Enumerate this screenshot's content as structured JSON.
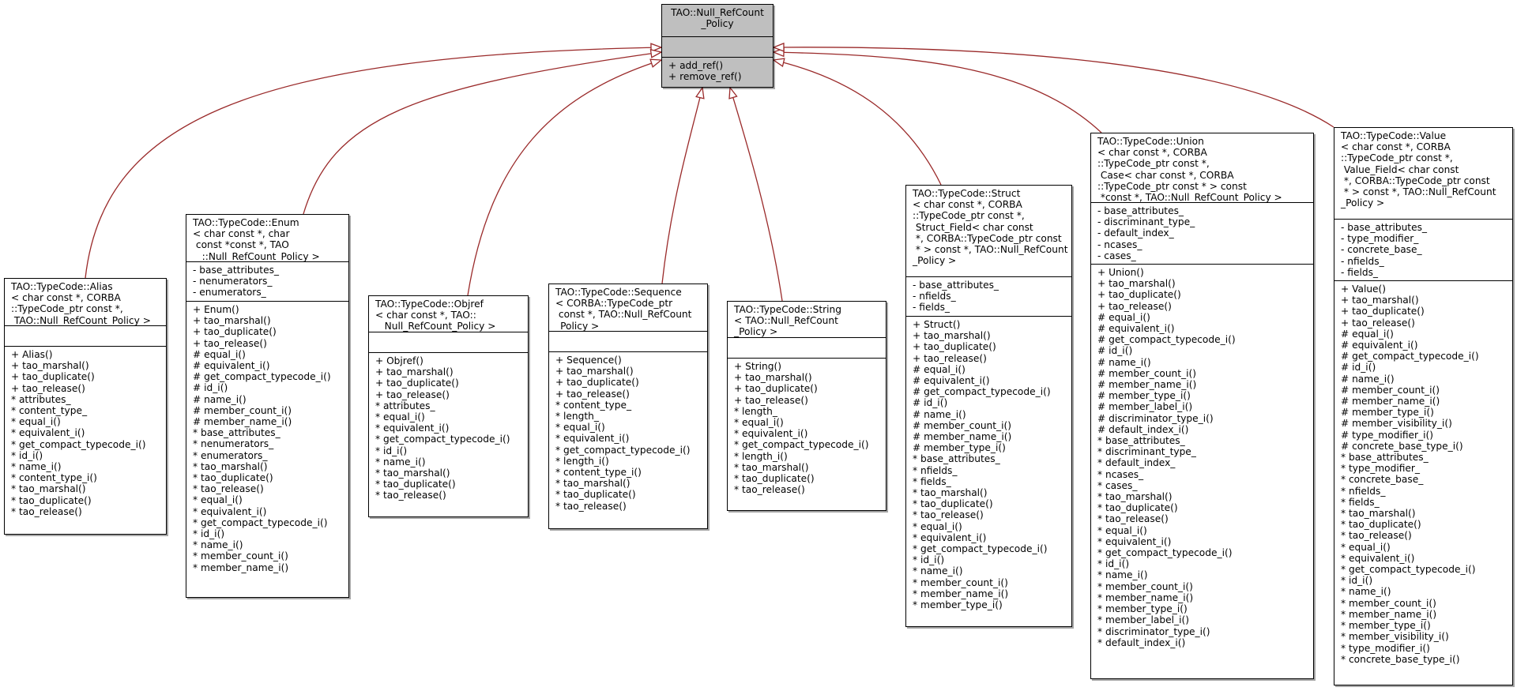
{
  "diagram": {
    "type": "inheritance",
    "edge_color": "#9a2a2a",
    "base_fill": "#bfbfbf",
    "base": {
      "title": "TAO::Null_RefCount\n_Policy",
      "attributes": [],
      "operations": [
        "+ add_ref()",
        "+ remove_ref()"
      ]
    },
    "classes": [
      {
        "id": "alias",
        "title": "TAO::TypeCode::Alias\n< char const *, CORBA\n::TypeCode_ptr const *,\n TAO::Null_RefCount_Policy >",
        "attributes": [],
        "operations": [
          "+ Alias()",
          "+ tao_marshal()",
          "+ tao_duplicate()",
          "+ tao_release()",
          "* attributes_",
          "* content_type_",
          "* equal_i()",
          "* equivalent_i()",
          "* get_compact_typecode_i()",
          "* id_i()",
          "* name_i()",
          "* content_type_i()",
          "* tao_marshal()",
          "* tao_duplicate()",
          "* tao_release()"
        ]
      },
      {
        "id": "enum",
        "title": "TAO::TypeCode::Enum\n< char const *, char\n const *const *, TAO\n   ::Null_RefCount_Policy >",
        "attributes": [
          "- base_attributes_",
          "- nenumerators_",
          "- enumerators_"
        ],
        "operations": [
          "+ Enum()",
          "+ tao_marshal()",
          "+ tao_duplicate()",
          "+ tao_release()",
          "# equal_i()",
          "# equivalent_i()",
          "# get_compact_typecode_i()",
          "# id_i()",
          "# name_i()",
          "# member_count_i()",
          "# member_name_i()",
          "* base_attributes_",
          "* nenumerators_",
          "* enumerators_",
          "* tao_marshal()",
          "* tao_duplicate()",
          "* tao_release()",
          "* equal_i()",
          "* equivalent_i()",
          "* get_compact_typecode_i()",
          "* id_i()",
          "* name_i()",
          "* member_count_i()",
          "* member_name_i()"
        ]
      },
      {
        "id": "objref",
        "title": "TAO::TypeCode::Objref\n< char const *, TAO::\n   Null_RefCount_Policy >",
        "attributes": [],
        "operations": [
          "+ Objref()",
          "+ tao_marshal()",
          "+ tao_duplicate()",
          "+ tao_release()",
          "* attributes_",
          "* equal_i()",
          "* equivalent_i()",
          "* get_compact_typecode_i()",
          "* id_i()",
          "* name_i()",
          "* tao_marshal()",
          "* tao_duplicate()",
          "* tao_release()"
        ]
      },
      {
        "id": "sequence",
        "title": "TAO::TypeCode::Sequence\n< CORBA::TypeCode_ptr\n const *, TAO::Null_RefCount\n_Policy >",
        "attributes": [],
        "operations": [
          "+ Sequence()",
          "+ tao_marshal()",
          "+ tao_duplicate()",
          "+ tao_release()",
          "* content_type_",
          "* length_",
          "* equal_i()",
          "* equivalent_i()",
          "* get_compact_typecode_i()",
          "* length_i()",
          "* content_type_i()",
          "* tao_marshal()",
          "* tao_duplicate()",
          "* tao_release()"
        ]
      },
      {
        "id": "string",
        "title": "TAO::TypeCode::String\n< TAO::Null_RefCount\n_Policy >",
        "attributes": [],
        "operations": [
          "+ String()",
          "+ tao_marshal()",
          "+ tao_duplicate()",
          "+ tao_release()",
          "* length_",
          "* equal_i()",
          "* equivalent_i()",
          "* get_compact_typecode_i()",
          "* length_i()",
          "* tao_marshal()",
          "* tao_duplicate()",
          "* tao_release()"
        ]
      },
      {
        "id": "struct",
        "title": "TAO::TypeCode::Struct\n< char const *, CORBA\n::TypeCode_ptr const *,\n Struct_Field< char const\n *, CORBA::TypeCode_ptr const\n * > const *, TAO::Null_RefCount\n_Policy >",
        "attributes": [
          "- base_attributes_",
          "- nfields_",
          "- fields_"
        ],
        "operations": [
          "+ Struct()",
          "+ tao_marshal()",
          "+ tao_duplicate()",
          "+ tao_release()",
          "# equal_i()",
          "# equivalent_i()",
          "# get_compact_typecode_i()",
          "# id_i()",
          "# name_i()",
          "# member_count_i()",
          "# member_name_i()",
          "# member_type_i()",
          "* base_attributes_",
          "* nfields_",
          "* fields_",
          "* tao_marshal()",
          "* tao_duplicate()",
          "* tao_release()",
          "* equal_i()",
          "* equivalent_i()",
          "* get_compact_typecode_i()",
          "* id_i()",
          "* name_i()",
          "* member_count_i()",
          "* member_name_i()",
          "* member_type_i()"
        ]
      },
      {
        "id": "union",
        "title": "TAO::TypeCode::Union\n< char const *, CORBA\n::TypeCode_ptr const *,\n Case< char const *, CORBA\n::TypeCode_ptr const * > const\n *const *, TAO::Null_RefCount_Policy >",
        "attributes": [
          "- base_attributes_",
          "- discriminant_type_",
          "- default_index_",
          "- ncases_",
          "- cases_"
        ],
        "operations": [
          "+ Union()",
          "+ tao_marshal()",
          "+ tao_duplicate()",
          "+ tao_release()",
          "# equal_i()",
          "# equivalent_i()",
          "# get_compact_typecode_i()",
          "# id_i()",
          "# name_i()",
          "# member_count_i()",
          "# member_name_i()",
          "# member_type_i()",
          "# member_label_i()",
          "# discriminator_type_i()",
          "# default_index_i()",
          "* base_attributes_",
          "* discriminant_type_",
          "* default_index_",
          "* ncases_",
          "* cases_",
          "* tao_marshal()",
          "* tao_duplicate()",
          "* tao_release()",
          "* equal_i()",
          "* equivalent_i()",
          "* get_compact_typecode_i()",
          "* id_i()",
          "* name_i()",
          "* member_count_i()",
          "* member_name_i()",
          "* member_type_i()",
          "* member_label_i()",
          "* discriminator_type_i()",
          "* default_index_i()"
        ]
      },
      {
        "id": "value",
        "title": "TAO::TypeCode::Value\n< char const *, CORBA\n::TypeCode_ptr const *,\n Value_Field< char const\n *, CORBA::TypeCode_ptr const\n * > const *, TAO::Null_RefCount\n_Policy >",
        "attributes": [
          "- base_attributes_",
          "- type_modifier_",
          "- concrete_base_",
          "- nfields_",
          "- fields_"
        ],
        "operations": [
          "+ Value()",
          "+ tao_marshal()",
          "+ tao_duplicate()",
          "+ tao_release()",
          "# equal_i()",
          "# equivalent_i()",
          "# get_compact_typecode_i()",
          "# id_i()",
          "# name_i()",
          "# member_count_i()",
          "# member_name_i()",
          "# member_type_i()",
          "# member_visibility_i()",
          "# type_modifier_i()",
          "# concrete_base_type_i()",
          "* base_attributes_",
          "* type_modifier_",
          "* concrete_base_",
          "* nfields_",
          "* fields_",
          "* tao_marshal()",
          "* tao_duplicate()",
          "* tao_release()",
          "* equal_i()",
          "* equivalent_i()",
          "* get_compact_typecode_i()",
          "* id_i()",
          "* name_i()",
          "* member_count_i()",
          "* member_name_i()",
          "* member_type_i()",
          "* member_visibility_i()",
          "* type_modifier_i()",
          "* concrete_base_type_i()"
        ]
      }
    ]
  }
}
